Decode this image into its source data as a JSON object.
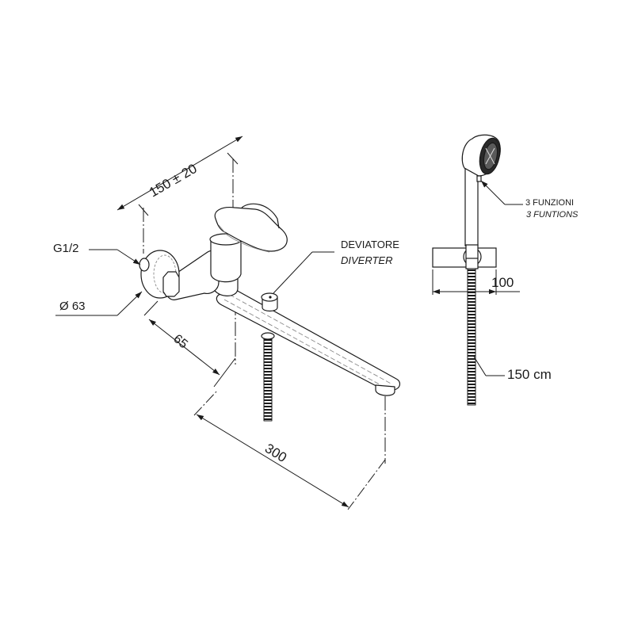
{
  "drawing": {
    "title": "Wall-mounted bath mixer with diverter and hand shower — dimensional drawing",
    "line_color": "#1a1a1a",
    "hidden_line_color": "#8a8a8a",
    "background": "#ffffff"
  },
  "dimensions": {
    "centers": "150 ± 20",
    "inlet_thread": "G1/2",
    "escutcheon_diameter": "Ø 63",
    "wall_offset": "65",
    "spout_length": "300",
    "bracket_width": "100",
    "hose_length": "150 cm"
  },
  "callouts": {
    "diverter_it": "DEVIATORE",
    "diverter_en": "DIVERTER",
    "functions_it": "3 FUNZIONI",
    "functions_en": "3 FUNTIONS"
  },
  "icons": {
    "mixer": "single-lever-mixer-icon",
    "hand_shower": "hand-shower-icon",
    "hose": "flexible-hose-icon"
  }
}
